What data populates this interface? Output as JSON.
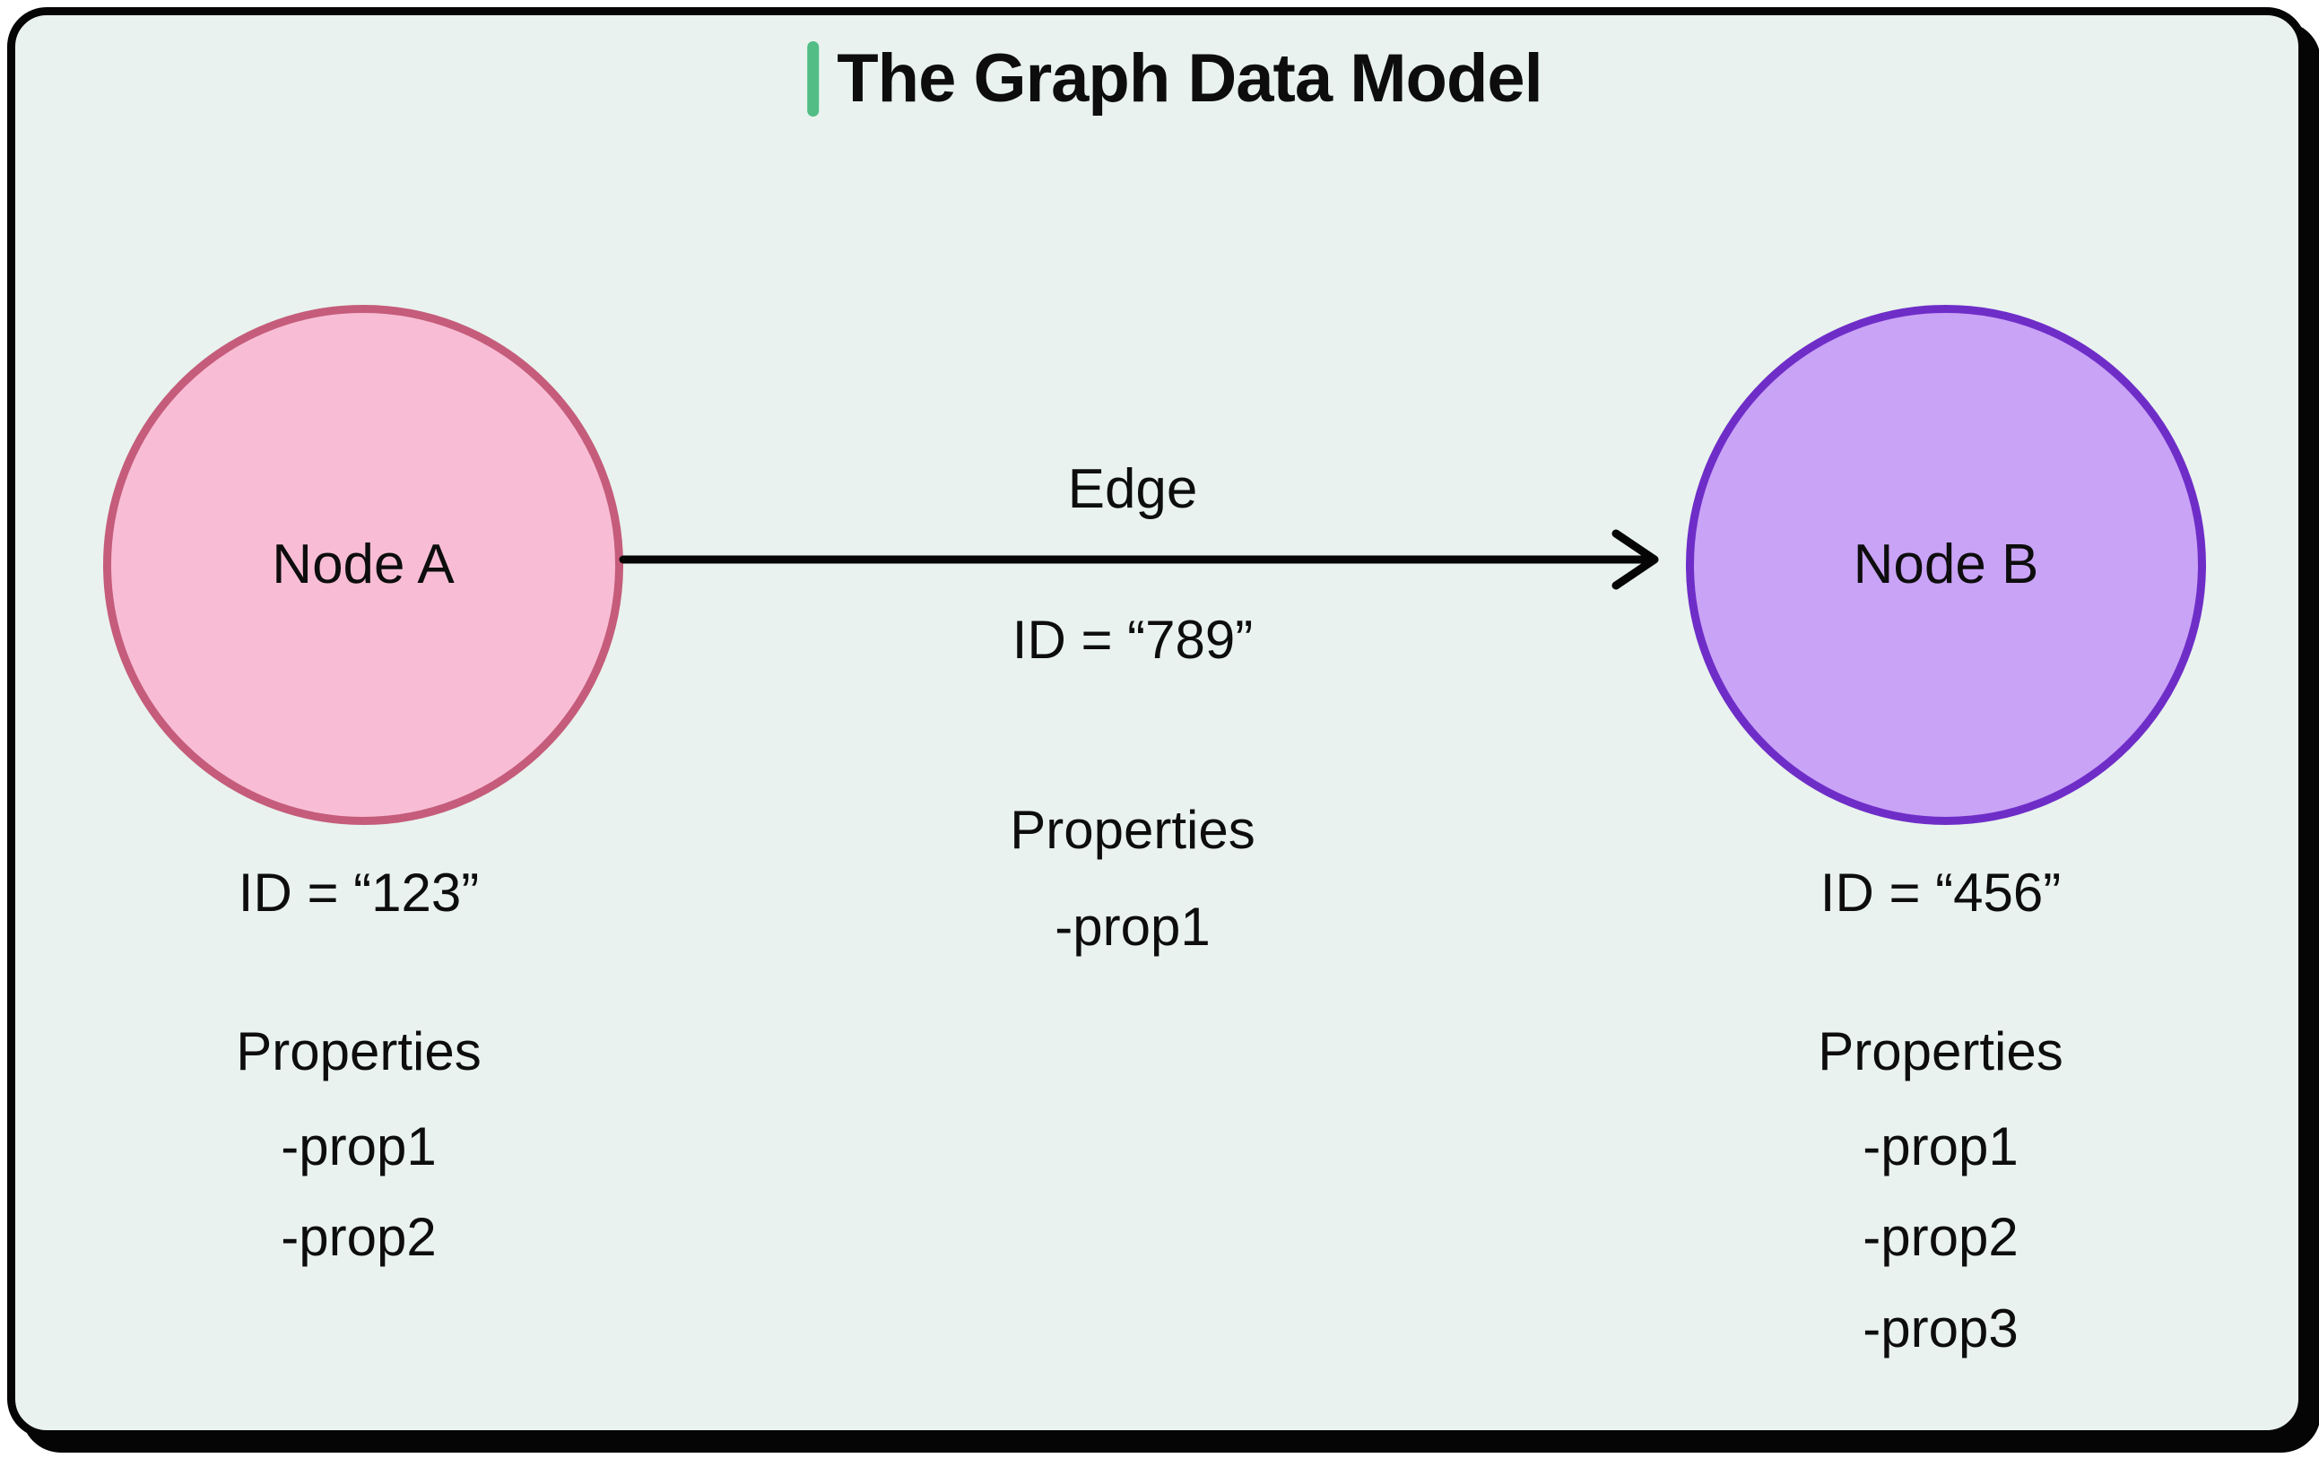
{
  "title": {
    "text": "The Graph Data Model"
  },
  "node_a": {
    "label": "Node A",
    "id_text": "ID = “123”",
    "properties_label": "Properties",
    "props": [
      "-prop1",
      "-prop2"
    ]
  },
  "edge": {
    "label": "Edge",
    "id_text": "ID = “789”",
    "properties_label": "Properties",
    "props": [
      "-prop1"
    ]
  },
  "node_b": {
    "label": "Node B",
    "id_text": "ID = “456”",
    "properties_label": "Properties",
    "props": [
      "-prop1",
      "-prop2",
      "-prop3"
    ]
  },
  "colors": {
    "card_background": "#e9f2ee",
    "card_border": "#050505",
    "title_accent": "#52bd85",
    "node_a_fill": "#f8bdd5",
    "node_a_border": "#c55c7c",
    "node_b_fill": "#c9a3f6",
    "node_b_border": "#6f2dc8",
    "arrow": "#050505",
    "text": "#0d0d0d"
  }
}
